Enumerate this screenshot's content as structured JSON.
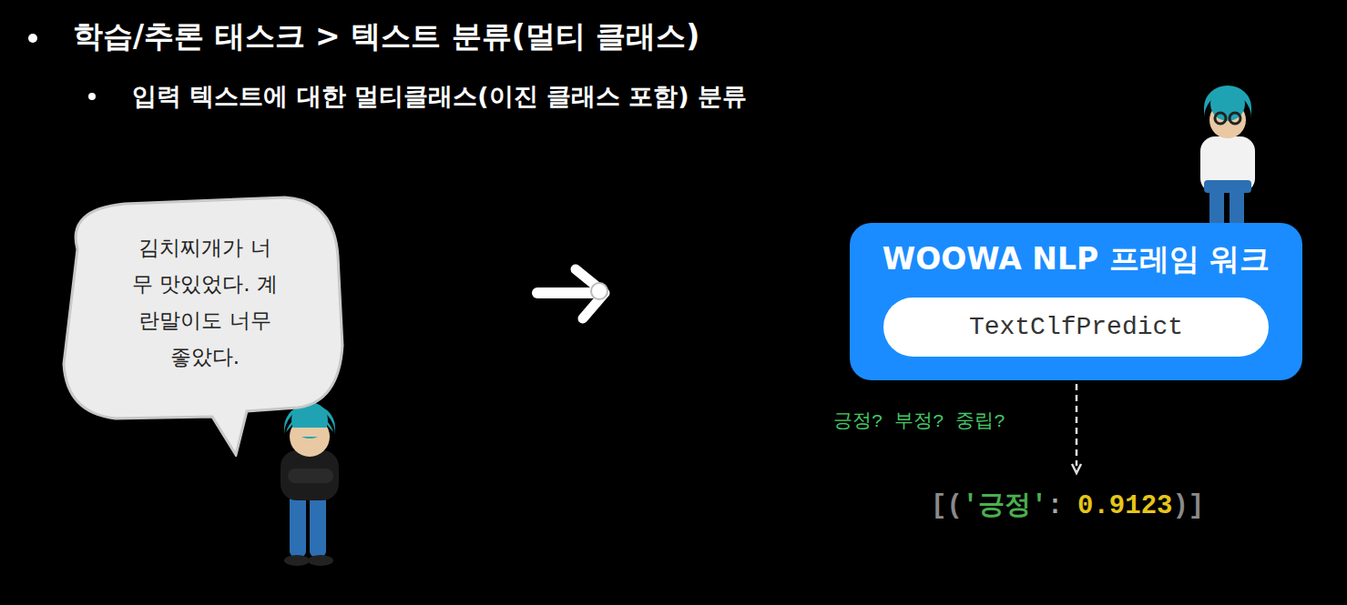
{
  "diagram": {
    "title": "학습/추론 태스크 > 텍스트 분류(멀티 클래스)",
    "nodes": [
      {
        "text": [
          "김치찌개가 너무 맛있었다. 계란말이도 너무 좋았다."
        ]
      },
      {
        "text": [
          "WOOWA NLP 프레임 워크"
        ]
      },
      {
        "text": [
          "TextClfPredict"
        ],
        "in": 1
      }
    ],
    "labels": [
      "입력 텍스트에 대한 멀티클래스(이진 클래스 포함) 분류",
      "긍정? 부정? 중립?",
      "[(",
      "'긍정'",
      ":",
      "0.9123",
      ")]"
    ]
  }
}
